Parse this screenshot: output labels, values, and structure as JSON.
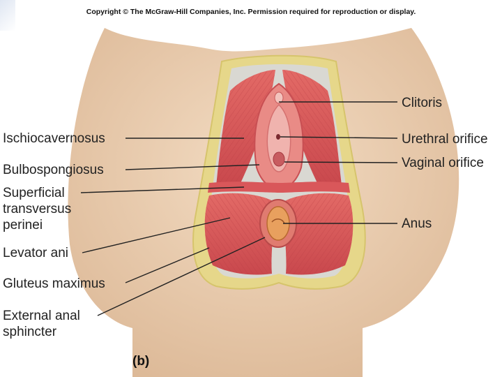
{
  "copyright": "Copyright © The McGraw-Hill Companies, Inc. Permission required for reproduction or display.",
  "panel_label": "(b)",
  "labels_left": {
    "ischiocavernosus": "Ischiocavernosus",
    "bulbospongiosus": "Bulbospongiosus",
    "superficial_transversus_perinei": "Superficial\ntransversus\nperinei",
    "levator_ani": "Levator ani",
    "gluteus_maximus": "Gluteus maximus",
    "external_anal_sphincter": "External anal\nsphincter"
  },
  "labels_right": {
    "clitoris": "Clitoris",
    "urethral_orifice": "Urethral orifice",
    "vaginal_orifice": "Vaginal orifice",
    "anus": "Anus"
  },
  "colors": {
    "skin": "#ecd0b4",
    "fat": "#e6d78a",
    "muscle": "#d9585a",
    "muscle_light": "#ec8f8a",
    "anus": "#e8a05e"
  }
}
